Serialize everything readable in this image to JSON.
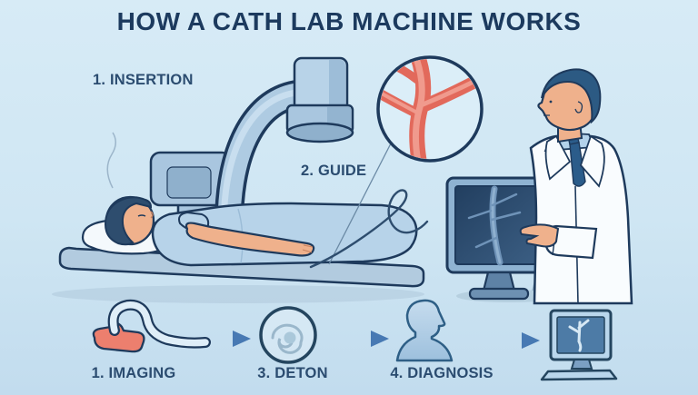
{
  "title": "HOW A CATH LAB MACHINE WORKS",
  "labels": {
    "insertion": "1. INSERTION",
    "guide": "2. GUIDE"
  },
  "bottom_steps": [
    {
      "label": "1. IMAGING",
      "icon": "catheter-icon"
    },
    {
      "label": "3. DETON",
      "icon": "spiral-detector-icon"
    },
    {
      "label": "4. DIAGNOSIS",
      "icon": "patient-silhouette-icon"
    },
    {
      "label": "",
      "icon": "diagnostic-monitor-icon"
    }
  ],
  "colors": {
    "background_top": "#d7ebf6",
    "background_bottom": "#c2dcee",
    "outline_navy": "#1e3a5c",
    "heading_text": "#1c3a5e",
    "machine_blue": "#aecbe2",
    "vessel_red": "#e2695b",
    "vessel_red_light": "#f09a8d",
    "skin": "#efb18c",
    "gown_blue": "#b7d3e9",
    "arrow_blue": "#4e88c2",
    "screen_navy": "#2b4a6b",
    "coat_white": "#f9fcfe"
  }
}
